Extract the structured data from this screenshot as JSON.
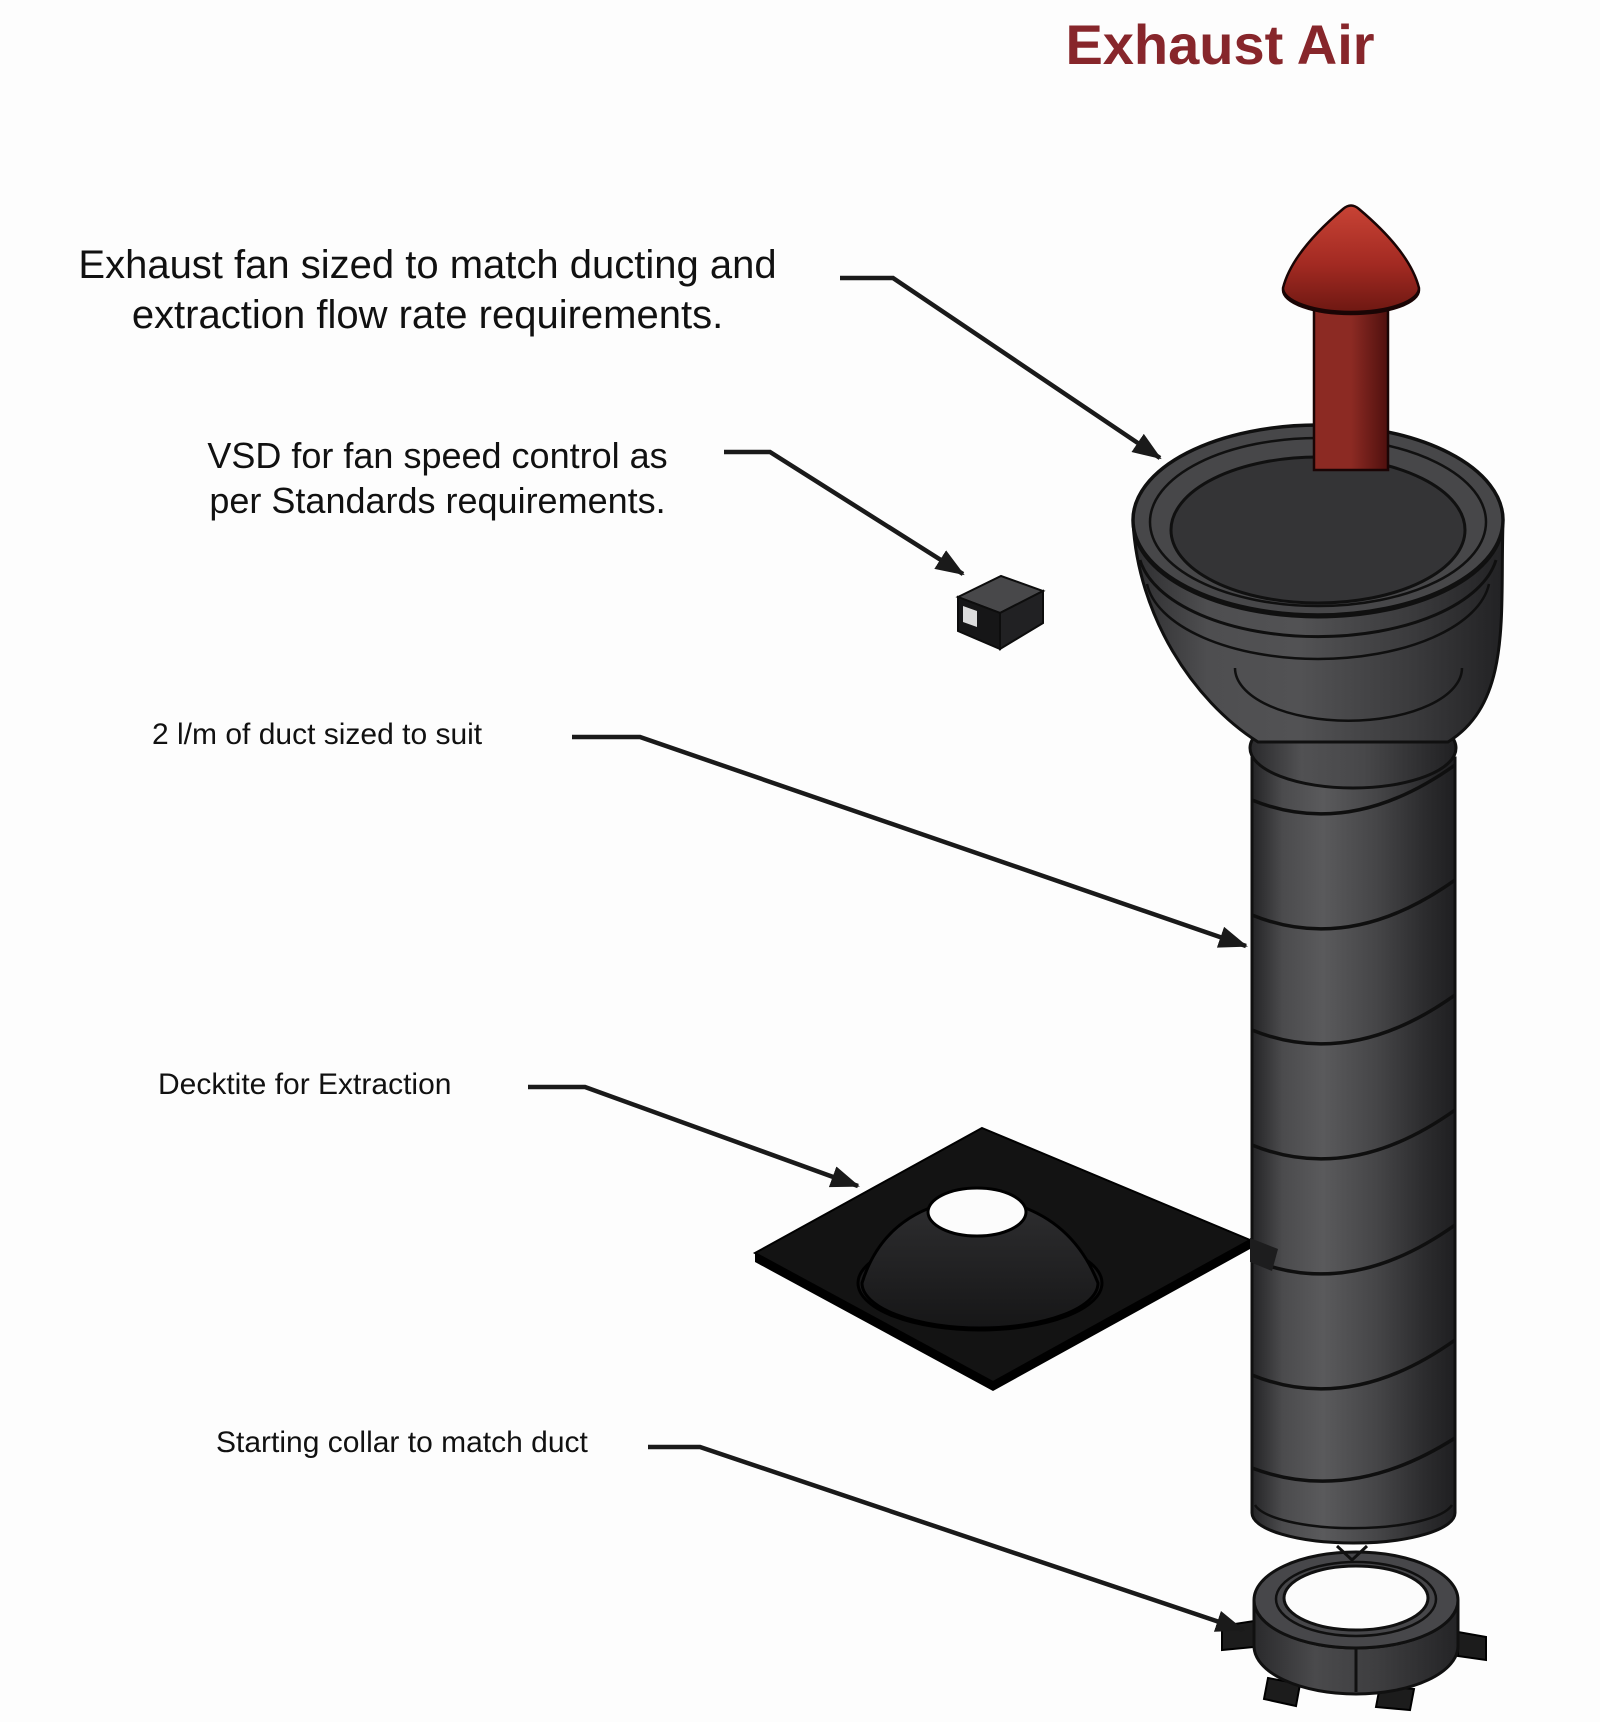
{
  "title": {
    "text": "Exhaust Air"
  },
  "labels": {
    "exhaust_fan": {
      "line1": "Exhaust fan sized to match ducting and",
      "line2": "extraction flow rate requirements."
    },
    "vsd": {
      "line1": "VSD for fan speed control as",
      "line2": "per Standards requirements."
    },
    "duct": {
      "text": "2 l/m of duct sized to suit"
    },
    "decktite": {
      "text": "Decktite for Extraction"
    },
    "collar": {
      "text": "Starting collar to match duct"
    }
  },
  "colors": {
    "background": "#fdfdfd",
    "text": "#111111",
    "line": "#1a1a1a",
    "title_red": "#87262b",
    "cap_red_light": "#c84335",
    "cap_red": "#a32a22",
    "cap_red_dark": "#6e1812",
    "stem_red": "#8c2a23",
    "stem_red_dark": "#4f100e",
    "metal_light": "#58585a",
    "metal": "#434345",
    "metal_dark": "#232325",
    "plate_black": "#131313",
    "hole_white": "#fcfcfc"
  }
}
